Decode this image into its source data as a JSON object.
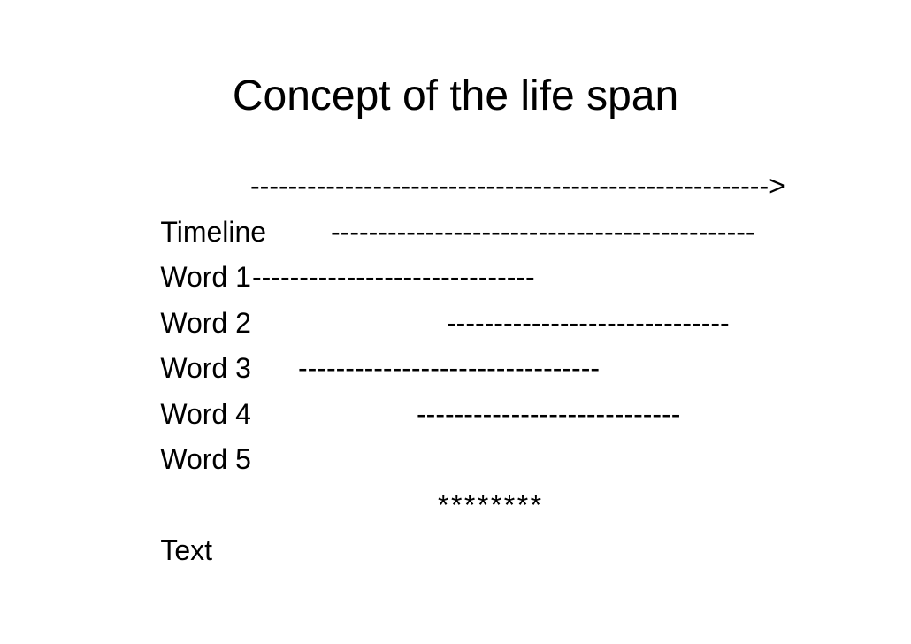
{
  "slide": {
    "title": "Concept of the life span",
    "colors": {
      "background": "#ffffff",
      "text": "#000000"
    },
    "rows": [
      {
        "label": "Timeline",
        "run": "------------------------------------------------------->"
      },
      {
        "label": "Word 1",
        "run": "---------------------------------------------"
      },
      {
        "label": "Word 2",
        "run": "------------------------------"
      },
      {
        "label": "Word 3",
        "run": "------------------------------"
      },
      {
        "label": "Word 4",
        "run": "--------------------------------"
      },
      {
        "label": "Word 5",
        "run": "----------------------------"
      },
      {
        "label": "Text",
        "run": "********"
      }
    ]
  }
}
